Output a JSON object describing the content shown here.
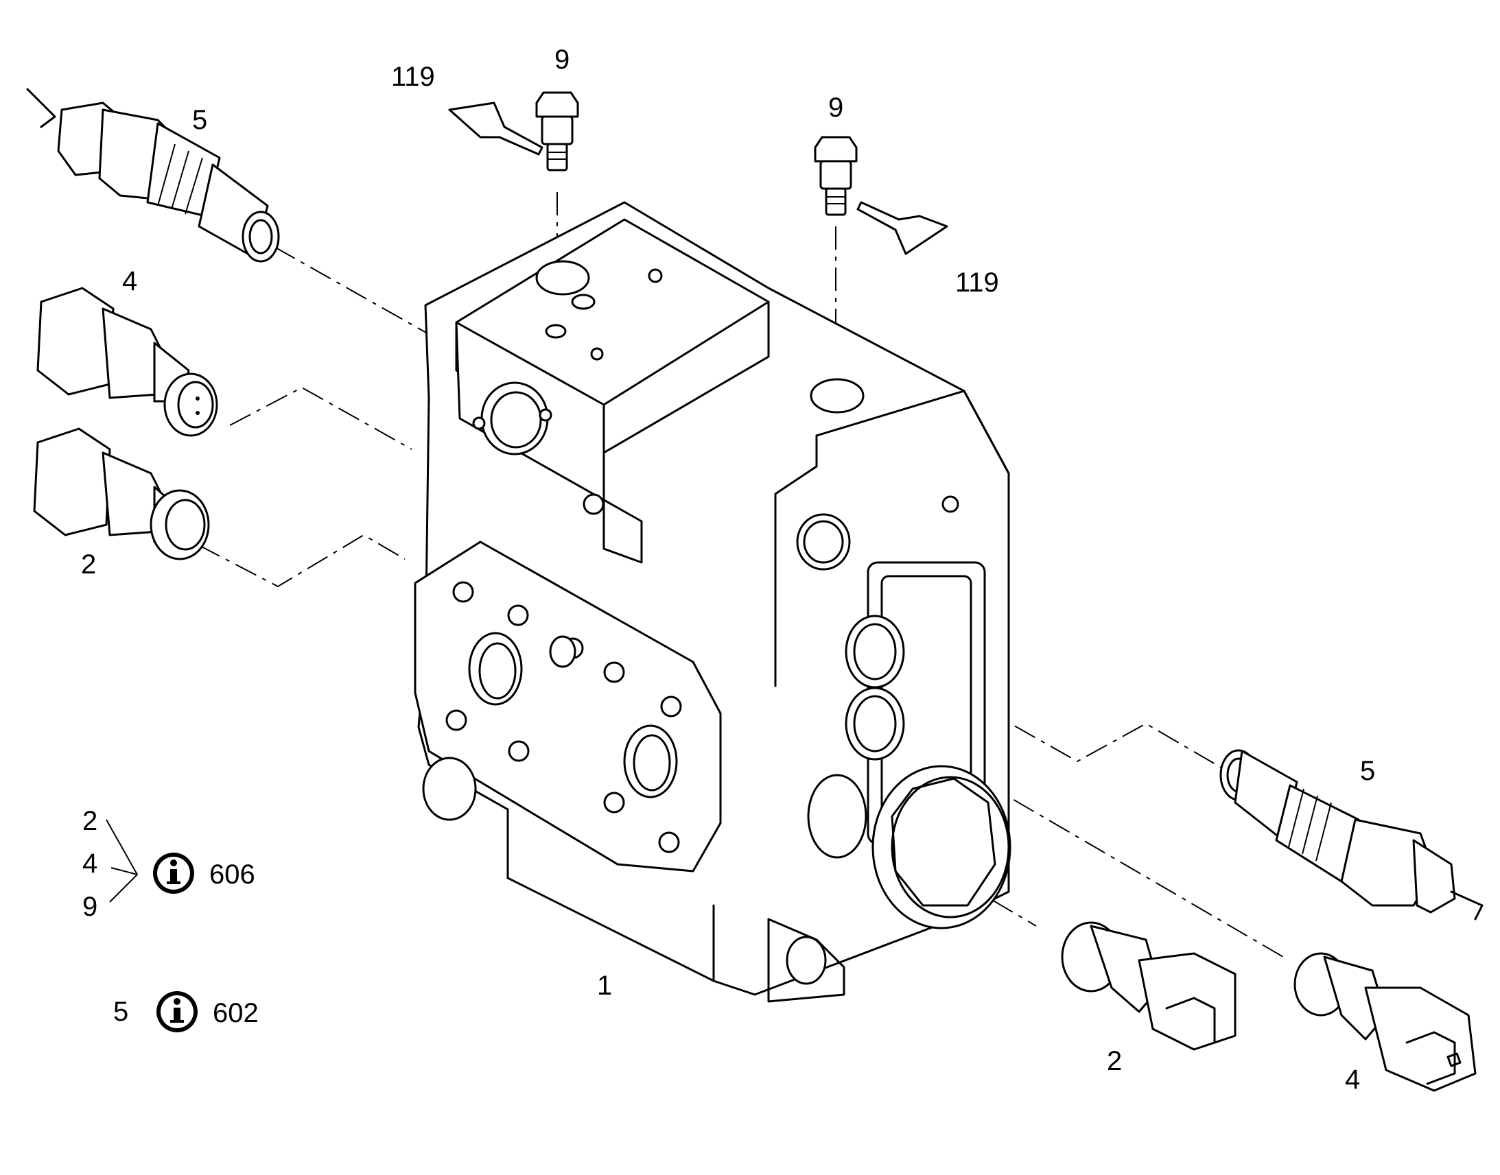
{
  "callouts": {
    "body": "1",
    "screw_top_left": "9",
    "screw_top_right": "9",
    "sealant_left": "119",
    "sealant_right": "119",
    "cartridge_left": "5",
    "valve4_left": "4",
    "valve2_left": "2",
    "cartridge_right": "5",
    "valve2_right": "2",
    "valve4_right": "4"
  },
  "legend": {
    "group1": {
      "items": [
        "2",
        "4",
        "9"
      ],
      "ref": "606",
      "icon": "info-icon"
    },
    "group2": {
      "items": [
        "5"
      ],
      "ref": "602",
      "icon": "info-icon"
    }
  }
}
